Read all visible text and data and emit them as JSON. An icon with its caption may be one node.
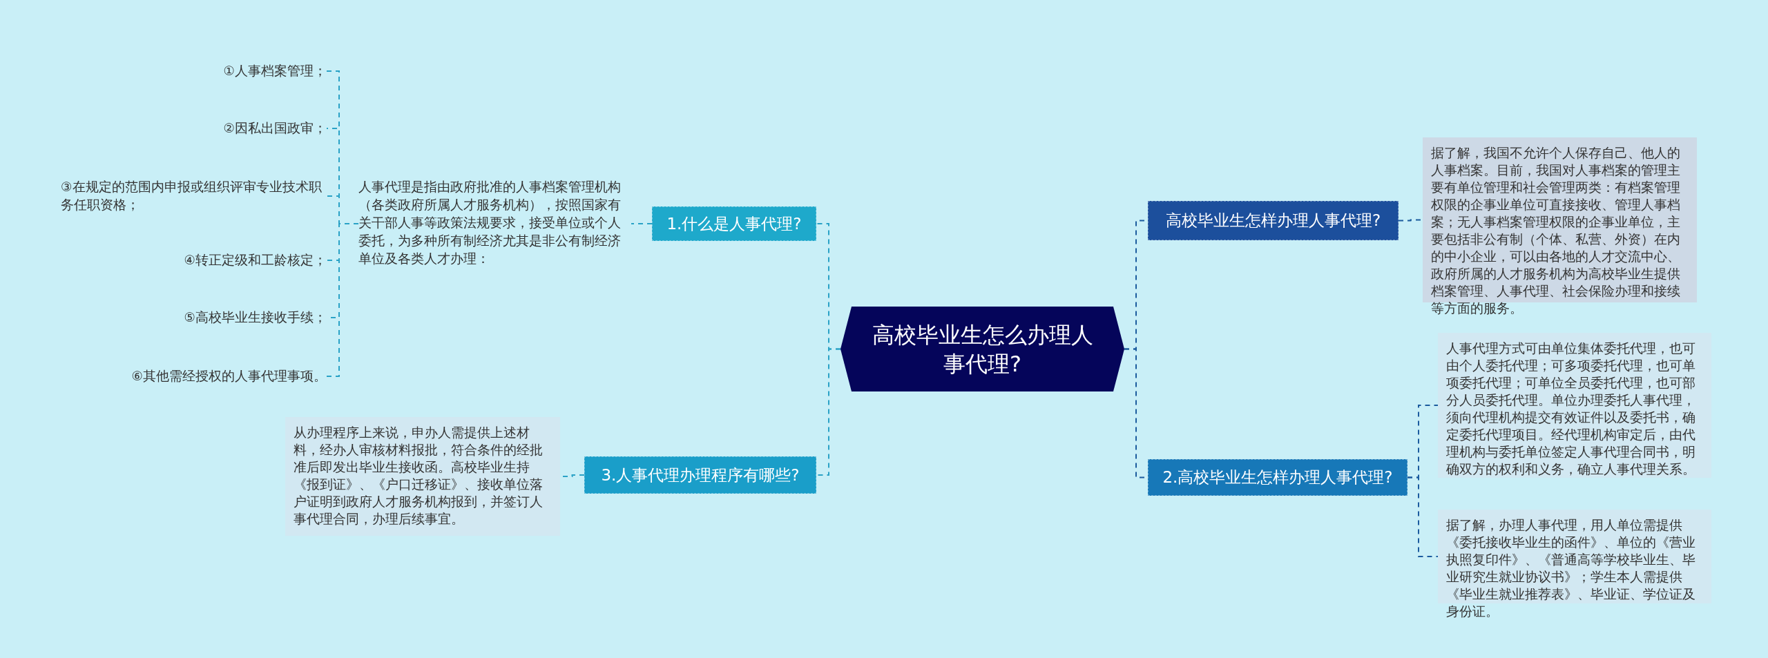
{
  "diagram": {
    "nodes": [
      {
        "text": [
          "高校毕业生怎么办理人事代理?"
        ]
      },
      {
        "text": [
          "1.什么是人事代理?"
        ]
      },
      {
        "text": [
          "人事代理是指由政府批准的人事档案管理机构（各类政府所属人才服务机构），按照国家有关干部人事等政策法规要求，接受单位或个人委托，为多种所有制经济尤其是非公有制经济单位及各类人才办理："
        ]
      },
      {
        "text": [
          "①人事档案管理；"
        ]
      },
      {
        "text": [
          "②因私出国政审；"
        ]
      },
      {
        "text": [
          "③在规定的范围内申报或组织评审专业技术职务任职资格；"
        ]
      },
      {
        "text": [
          "④转正定级和工龄核定；"
        ]
      },
      {
        "text": [
          "⑤高校毕业生接收手续；"
        ]
      },
      {
        "text": [
          "⑥其他需经授权的人事代理事项。"
        ]
      },
      {
        "text": [
          "3.人事代理办理程序有哪些?"
        ]
      },
      {
        "text": [
          "从办理程序上来说，申办人需提供上述材料，经办人审核材料报批，符合条件的经批准后即发出毕业生接收函。高校毕业生持《报到证》、《户口迁移证》、接收单位落户证明到政府人才服务机构报到，并签订人事代理合同，办理后续事宜。"
        ]
      },
      {
        "text": [
          "高校毕业生怎样办理人事代理?"
        ]
      },
      {
        "text": [
          "据了解，我国不允许个人保存自己、他人的人事档案。目前，我国对人事档案的管理主要有单位管理和社会管理两类：有档案管理权限的企事业单位可直接接收、管理人事档案；无人事档案管理权限的企事业单位，主要包括非公有制（个体、私营、外资）在内的中小企业，可以由各地的人才交流中心、政府所属的人才服务机构为高校毕业生提供档案管理、人事代理、社会保险办理和接续等方面的服务。"
        ]
      },
      {
        "text": [
          "2.高校毕业生怎样办理人事代理?"
        ]
      },
      {
        "text": [
          "人事代理方式可由单位集体委托代理，也可由个人委托代理；可多项委托代理，也可单项委托代理；可单位全员委托代理，也可部分人员委托代理。单位办理委托人事代理，须向代理机构提交有效证件以及委托书，确定委托代理项目。经代理机构审定后，由代理机构与委托单位签定人事代理合同书，明确双方的权利和义务，确立人事代理关系。"
        ]
      },
      {
        "text": [
          "据了解，办理人事代理，用人单位需提供《委托接收毕业生的函件》、单位的《营业执照复印件》、《普通高等学校毕业生、毕业研究生就业协议书》；学生本人需提供《毕业生就业推荐表》、毕业证、学位证及身份证。"
        ]
      }
    ],
    "edges": [
      {
        "from": 0,
        "to": 1,
        "arrow": "none",
        "style": "dashed"
      },
      {
        "from": 0,
        "to": 9,
        "arrow": "none",
        "style": "dashed"
      },
      {
        "from": 1,
        "to": 2,
        "arrow": "none",
        "style": "dashed"
      },
      {
        "from": 2,
        "to": 3,
        "arrow": "none",
        "style": "dashed"
      },
      {
        "from": 2,
        "to": 4,
        "arrow": "none",
        "style": "dashed"
      },
      {
        "from": 2,
        "to": 5,
        "arrow": "none",
        "style": "dashed"
      },
      {
        "from": 2,
        "to": 6,
        "arrow": "none",
        "style": "dashed"
      },
      {
        "from": 2,
        "to": 7,
        "arrow": "none",
        "style": "dashed"
      },
      {
        "from": 2,
        "to": 8,
        "arrow": "none",
        "style": "dashed"
      },
      {
        "from": 9,
        "to": 10,
        "arrow": "none",
        "style": "dashed"
      },
      {
        "from": 0,
        "to": 11,
        "arrow": "none",
        "style": "dashed",
        "color": "#1b5b9e"
      },
      {
        "from": 0,
        "to": 13,
        "arrow": "none",
        "style": "dashed",
        "color": "#1b5b9e"
      },
      {
        "from": 11,
        "to": 12,
        "arrow": "none",
        "style": "dashed",
        "color": "#1b5b9e"
      },
      {
        "from": 13,
        "to": 14,
        "arrow": "none",
        "style": "dashed",
        "color": "#1b5b9e"
      },
      {
        "from": 13,
        "to": 15,
        "arrow": "none",
        "style": "dashed",
        "color": "#1b5b9e"
      }
    ]
  }
}
